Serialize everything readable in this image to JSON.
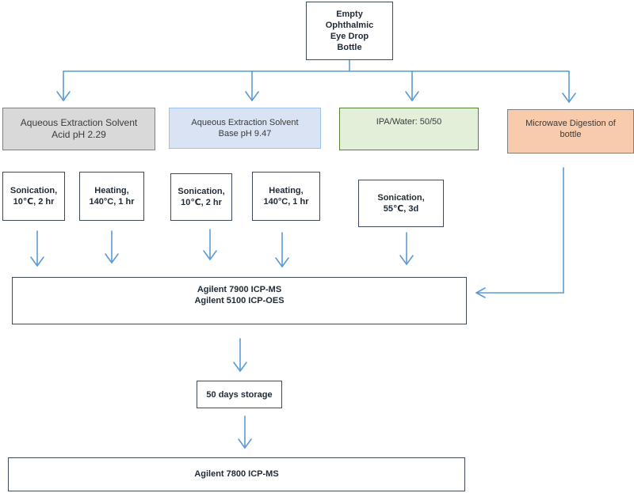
{
  "colors": {
    "arrow": "#5b9bd5",
    "border_dark": "#3d4a5a",
    "acid_fill": "#d9d9d9",
    "acid_border": "#808080",
    "base_fill": "#dae3f3",
    "base_border": "#9dc3e6",
    "ipa_fill": "#e2f0d9",
    "ipa_border": "#548235",
    "microwave_fill": "#f8cbad",
    "microwave_border": "#7f7f7f"
  },
  "nodes": {
    "source": {
      "lines": [
        "Empty",
        "Ophthalmic",
        "Eye Drop",
        "Bottle"
      ]
    },
    "acid": {
      "lines": [
        "Aqueous Extraction Solvent",
        "Acid pH 2.29"
      ]
    },
    "base": {
      "lines": [
        "Aqueous Extraction Solvent",
        "Base pH 9.47"
      ]
    },
    "ipa": {
      "lines": [
        "IPA/Water: 50/50"
      ]
    },
    "microwave": {
      "lines": [
        "Microwave Digestion of",
        "bottle"
      ]
    },
    "acid_sonication": {
      "lines": [
        "Sonication,",
        "10℃, 2 hr"
      ]
    },
    "acid_heating": {
      "lines": [
        "Heating,",
        "140°C, 1 hr"
      ]
    },
    "base_sonication": {
      "lines": [
        "Sonication,",
        "10℃, 2 hr"
      ]
    },
    "base_heating": {
      "lines": [
        "Heating,",
        "140°C, 1 hr"
      ]
    },
    "ipa_sonication": {
      "lines": [
        "Sonication,",
        "55℃, 3d"
      ]
    },
    "analysis": {
      "lines": [
        "Agilent 7900 ICP-MS",
        "Agilent 5100 ICP-OES"
      ]
    },
    "storage": {
      "lines": [
        "50 days storage"
      ]
    },
    "final": {
      "lines": [
        "Agilent 7800 ICP-MS"
      ]
    }
  }
}
